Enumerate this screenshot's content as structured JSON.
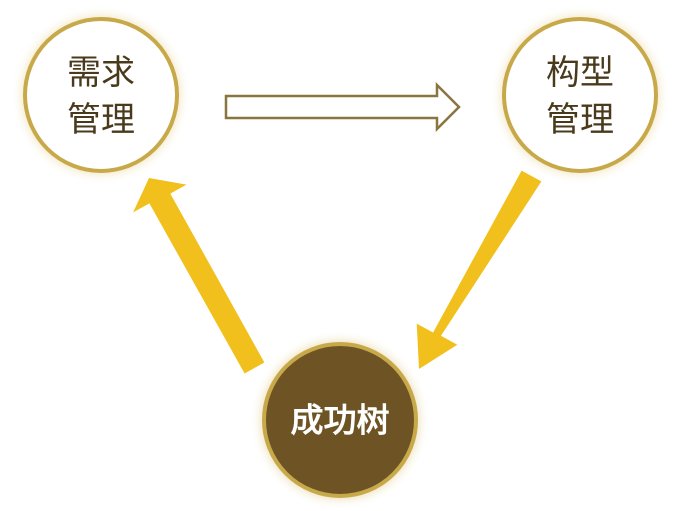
{
  "nodes": {
    "demand_management": {
      "line1": "需求",
      "line2": "管理"
    },
    "configuration_management": {
      "line1": "构型",
      "line2": "管理"
    },
    "success_tree": {
      "label": "成功树"
    }
  },
  "colors": {
    "gold_ring": "#c8a94a",
    "gold_glow": "#f3ead0",
    "dark_fill": "#6e5424",
    "arrow_yellow": "#f2c01d",
    "arrow_outline": "#8a7540",
    "text_dark": "#4a3a1c",
    "text_light": "#ffffff"
  },
  "edges": [
    {
      "from": "demand_management",
      "to": "configuration_management",
      "style": "outline-arrow"
    },
    {
      "from": "configuration_management",
      "to": "success_tree",
      "style": "solid-yellow-arrow"
    },
    {
      "from": "success_tree",
      "to": "demand_management",
      "style": "solid-yellow-arrow"
    }
  ]
}
